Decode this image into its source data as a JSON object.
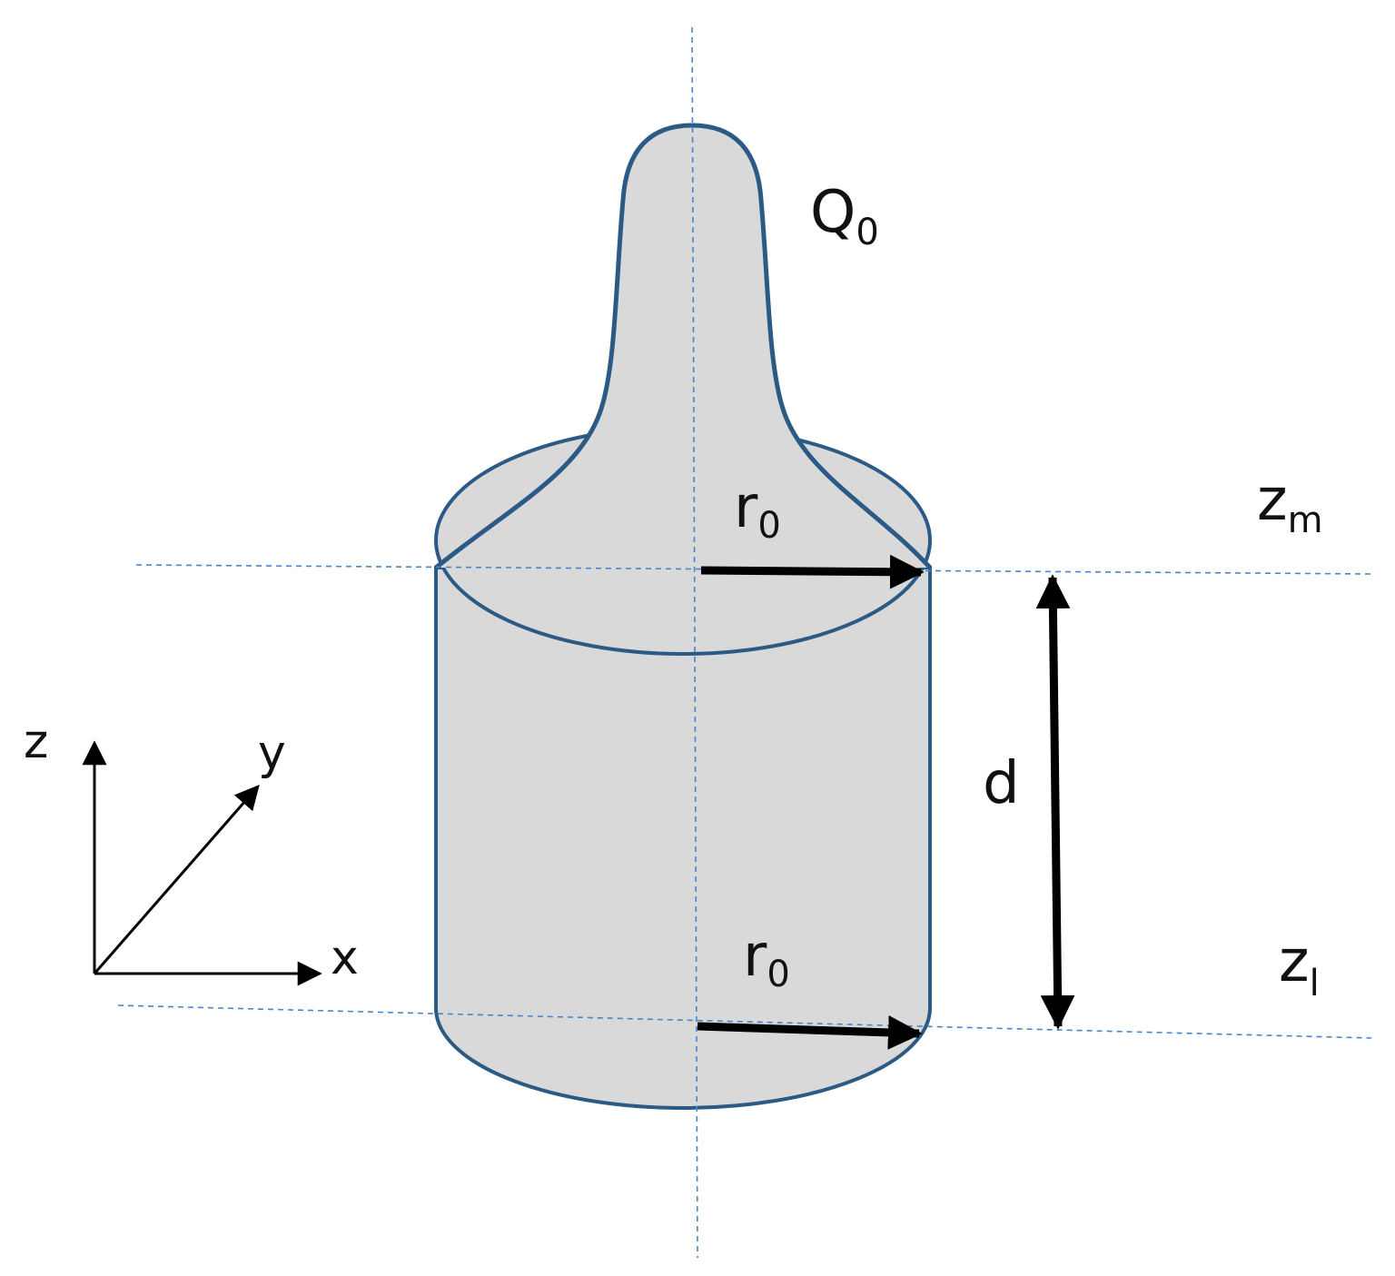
{
  "labels": {
    "source": {
      "main": "Q",
      "sub": "0"
    },
    "top_radius": {
      "main": "r",
      "sub": "0"
    },
    "bottom_radius": {
      "main": "r",
      "sub": "0"
    },
    "top_plane": {
      "main": "z",
      "sub": "m"
    },
    "bottom_plane": {
      "main": "z",
      "sub": "l"
    },
    "depth": "d",
    "axes": {
      "x": "x",
      "y": "y",
      "z": "z"
    }
  },
  "colors": {
    "outline": "#2b5a85",
    "fill": "#d9d9d9",
    "guide": "#4a86c5",
    "arrow": "#000000"
  }
}
